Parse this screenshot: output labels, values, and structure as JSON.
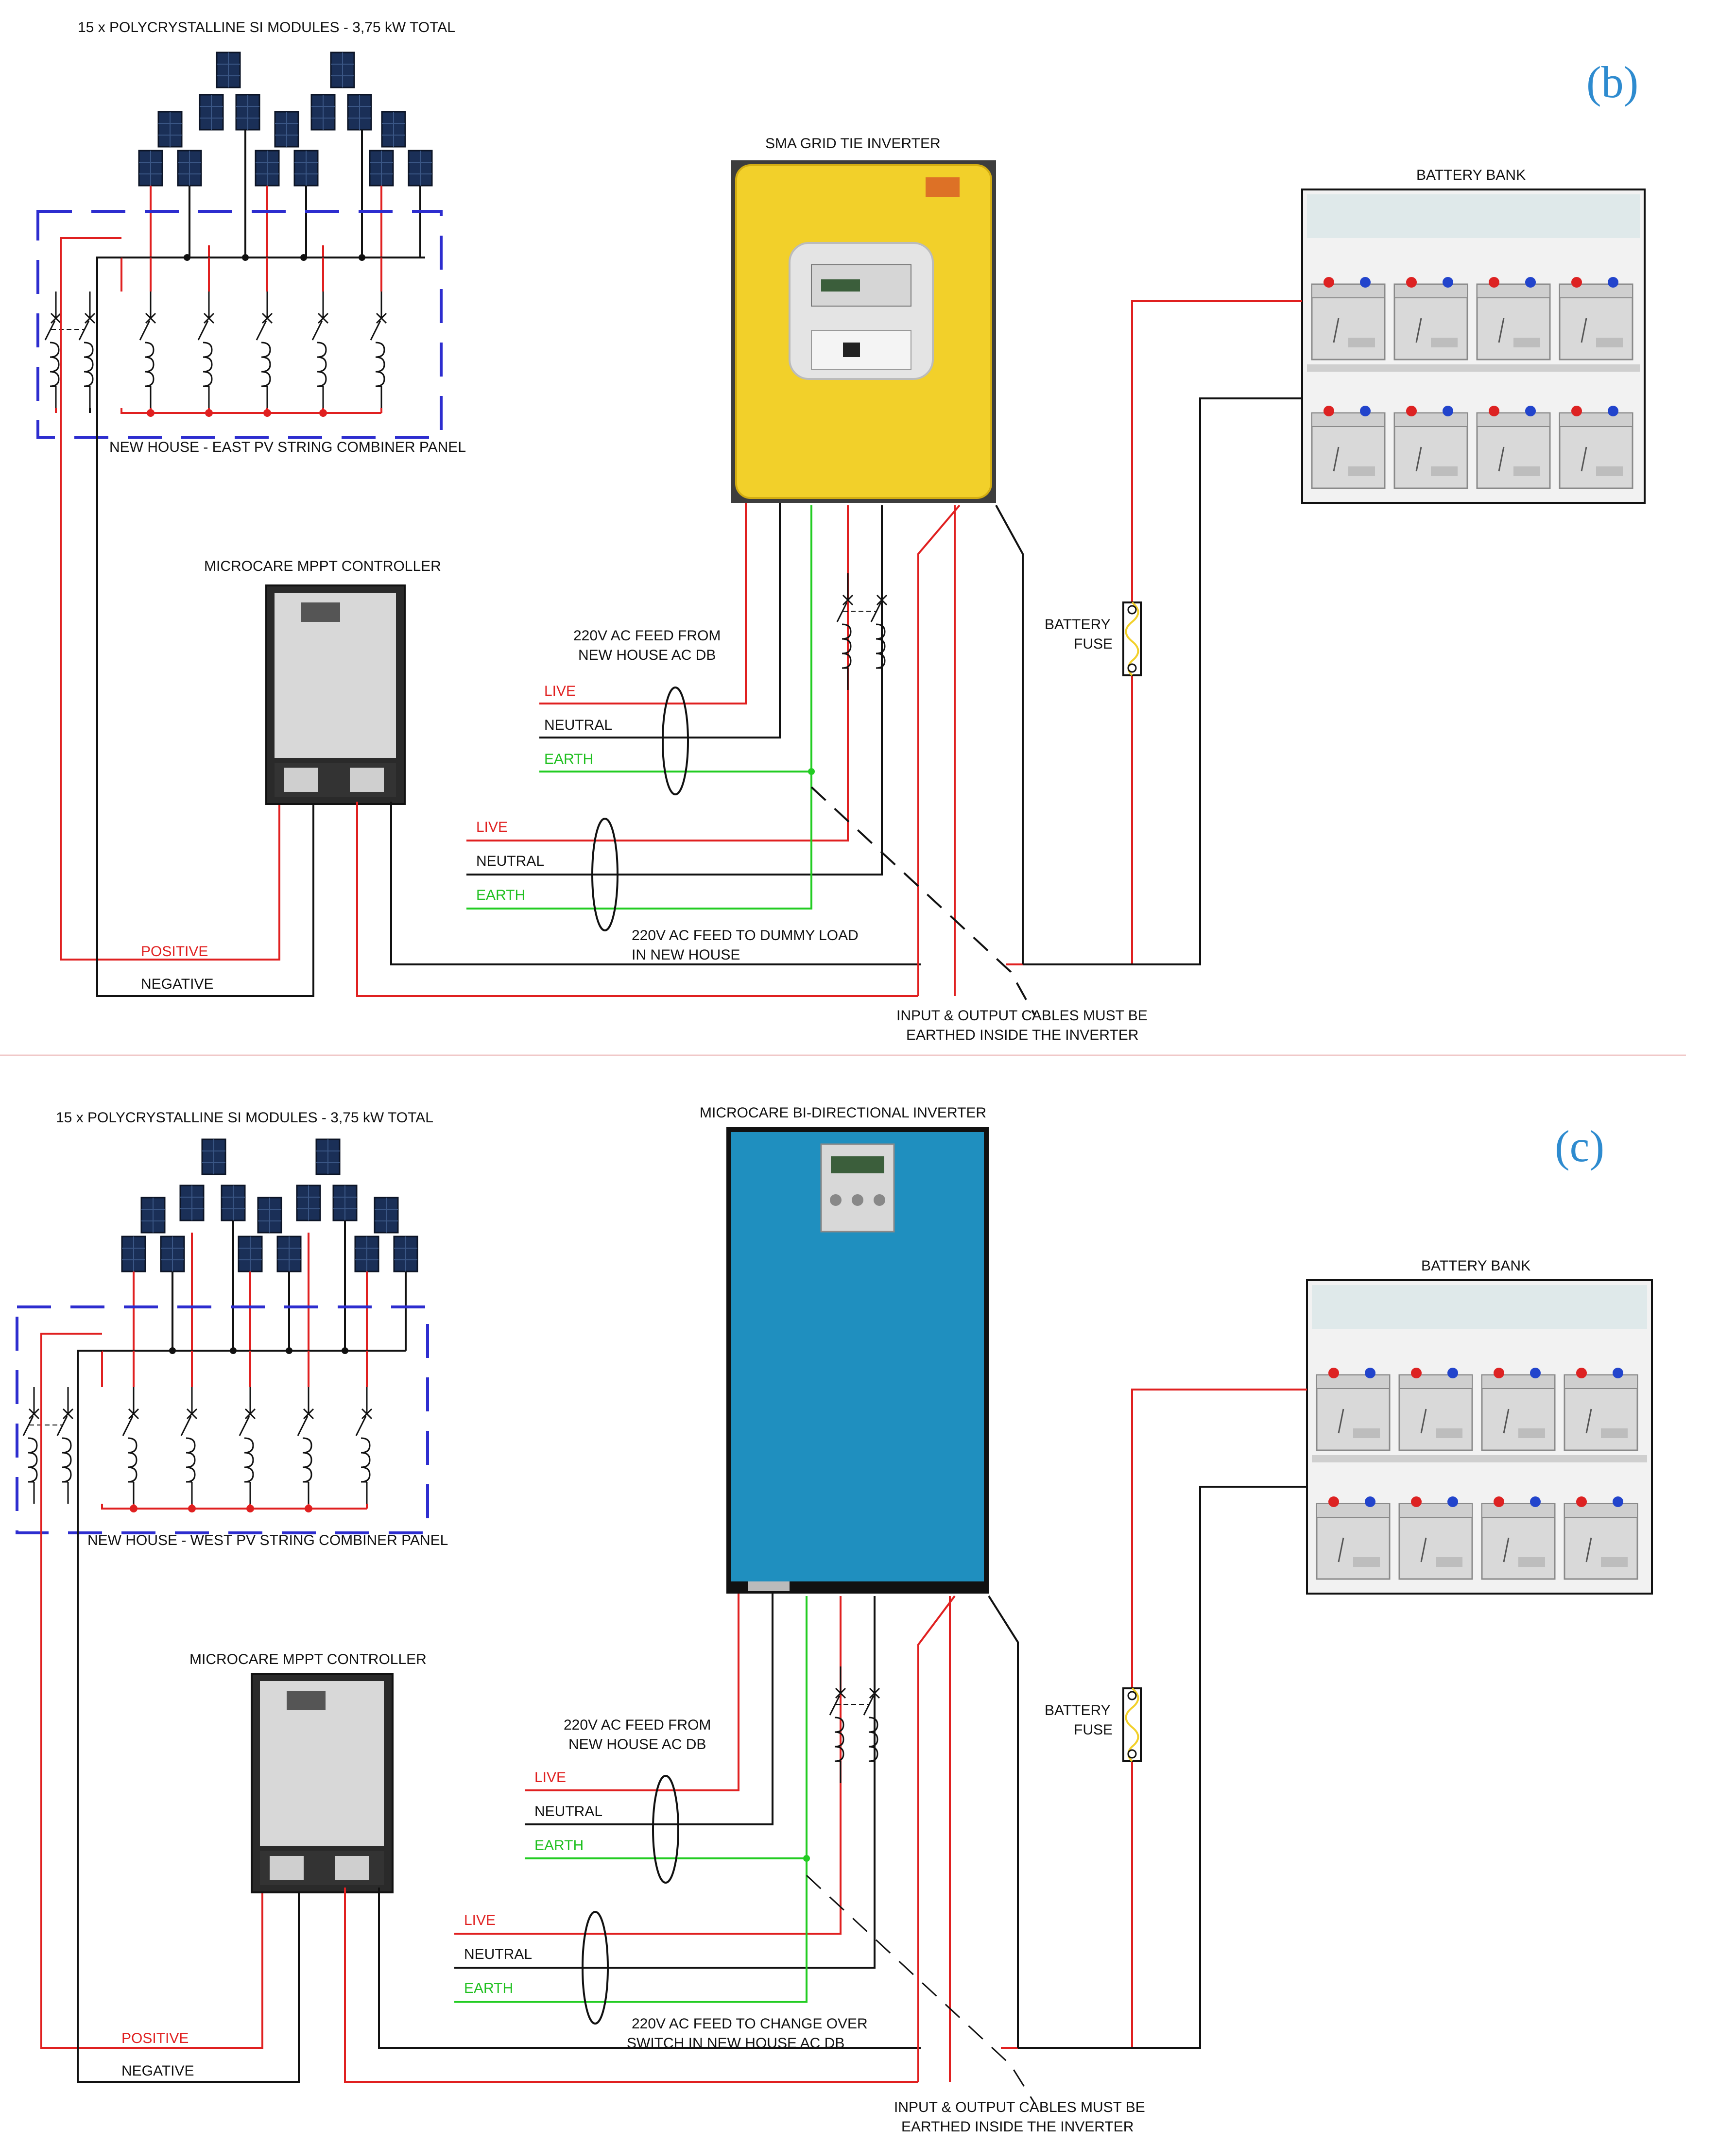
{
  "colors": {
    "live": "#e02020",
    "neutral": "#111111",
    "earth": "#22cc22",
    "combiner_panel_border": "#2d2dcf",
    "panel_letter": "#2e8bcf",
    "sma_inverter_body": "#f2d02a",
    "microcare_inverter_body": "#1f8fbf"
  },
  "panels": [
    {
      "letter": "(b)",
      "modules_title": "15 x POLYCRYSTALLINE SI MODULES - 3,75 kW TOTAL",
      "combiner_label": "NEW HOUSE - EAST PV STRING COMBINER PANEL",
      "inverter_title": "SMA GRID TIE INVERTER",
      "battery_title": "BATTERY BANK",
      "controller_title": "MICROCARE MPPT CONTROLLER",
      "feed_in_1": "220V AC FEED FROM",
      "feed_in_2": "NEW HOUSE AC DB",
      "feed_out_1": "220V AC FEED TO DUMMY LOAD",
      "feed_out_2": "IN NEW HOUSE",
      "fuse_1": "BATTERY",
      "fuse_2": "FUSE",
      "earth_note_1": "INPUT & OUTPUT CABLES MUST BE",
      "earth_note_2": "EARTHED INSIDE THE INVERTER",
      "live": "LIVE",
      "neutral": "NEUTRAL",
      "earth": "EARTH",
      "positive": "POSITIVE",
      "negative": "NEGATIVE"
    },
    {
      "letter": "(c)",
      "modules_title": "15 x POLYCRYSTALLINE SI MODULES - 3,75 kW TOTAL",
      "combiner_label": "NEW HOUSE - WEST PV STRING COMBINER PANEL",
      "inverter_title": "MICROCARE BI-DIRECTIONAL INVERTER",
      "battery_title": "BATTERY BANK",
      "controller_title": "MICROCARE MPPT CONTROLLER",
      "feed_in_1": "220V AC FEED FROM",
      "feed_in_2": "NEW HOUSE AC DB",
      "feed_out_1": "220V AC FEED TO CHANGE OVER",
      "feed_out_2": "SWITCH IN NEW HOUSE AC DB",
      "fuse_1": "BATTERY",
      "fuse_2": "FUSE",
      "earth_note_1": "INPUT & OUTPUT CABLES MUST BE",
      "earth_note_2": "EARTHED INSIDE THE INVERTER",
      "live": "LIVE",
      "neutral": "NEUTRAL",
      "earth": "EARTH",
      "positive": "POSITIVE",
      "negative": "NEGATIVE"
    }
  ]
}
